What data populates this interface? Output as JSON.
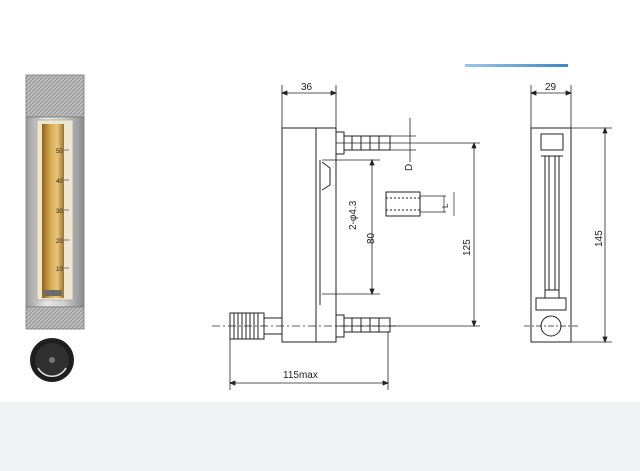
{
  "dimensions": {
    "side_width": "36",
    "front_width": "29",
    "mount_holes": "2-φ4.3",
    "hole_spacing": "80",
    "body_height": "125",
    "overall_height": "145",
    "max_length": "115max",
    "port_label": "D",
    "thread_label": "L"
  },
  "scale": {
    "ticks": [
      "50",
      "40",
      "30",
      "20",
      "10"
    ]
  },
  "colors": {
    "tube": "#c99a3e",
    "accent": "#3d86c6",
    "line": "#222222"
  }
}
